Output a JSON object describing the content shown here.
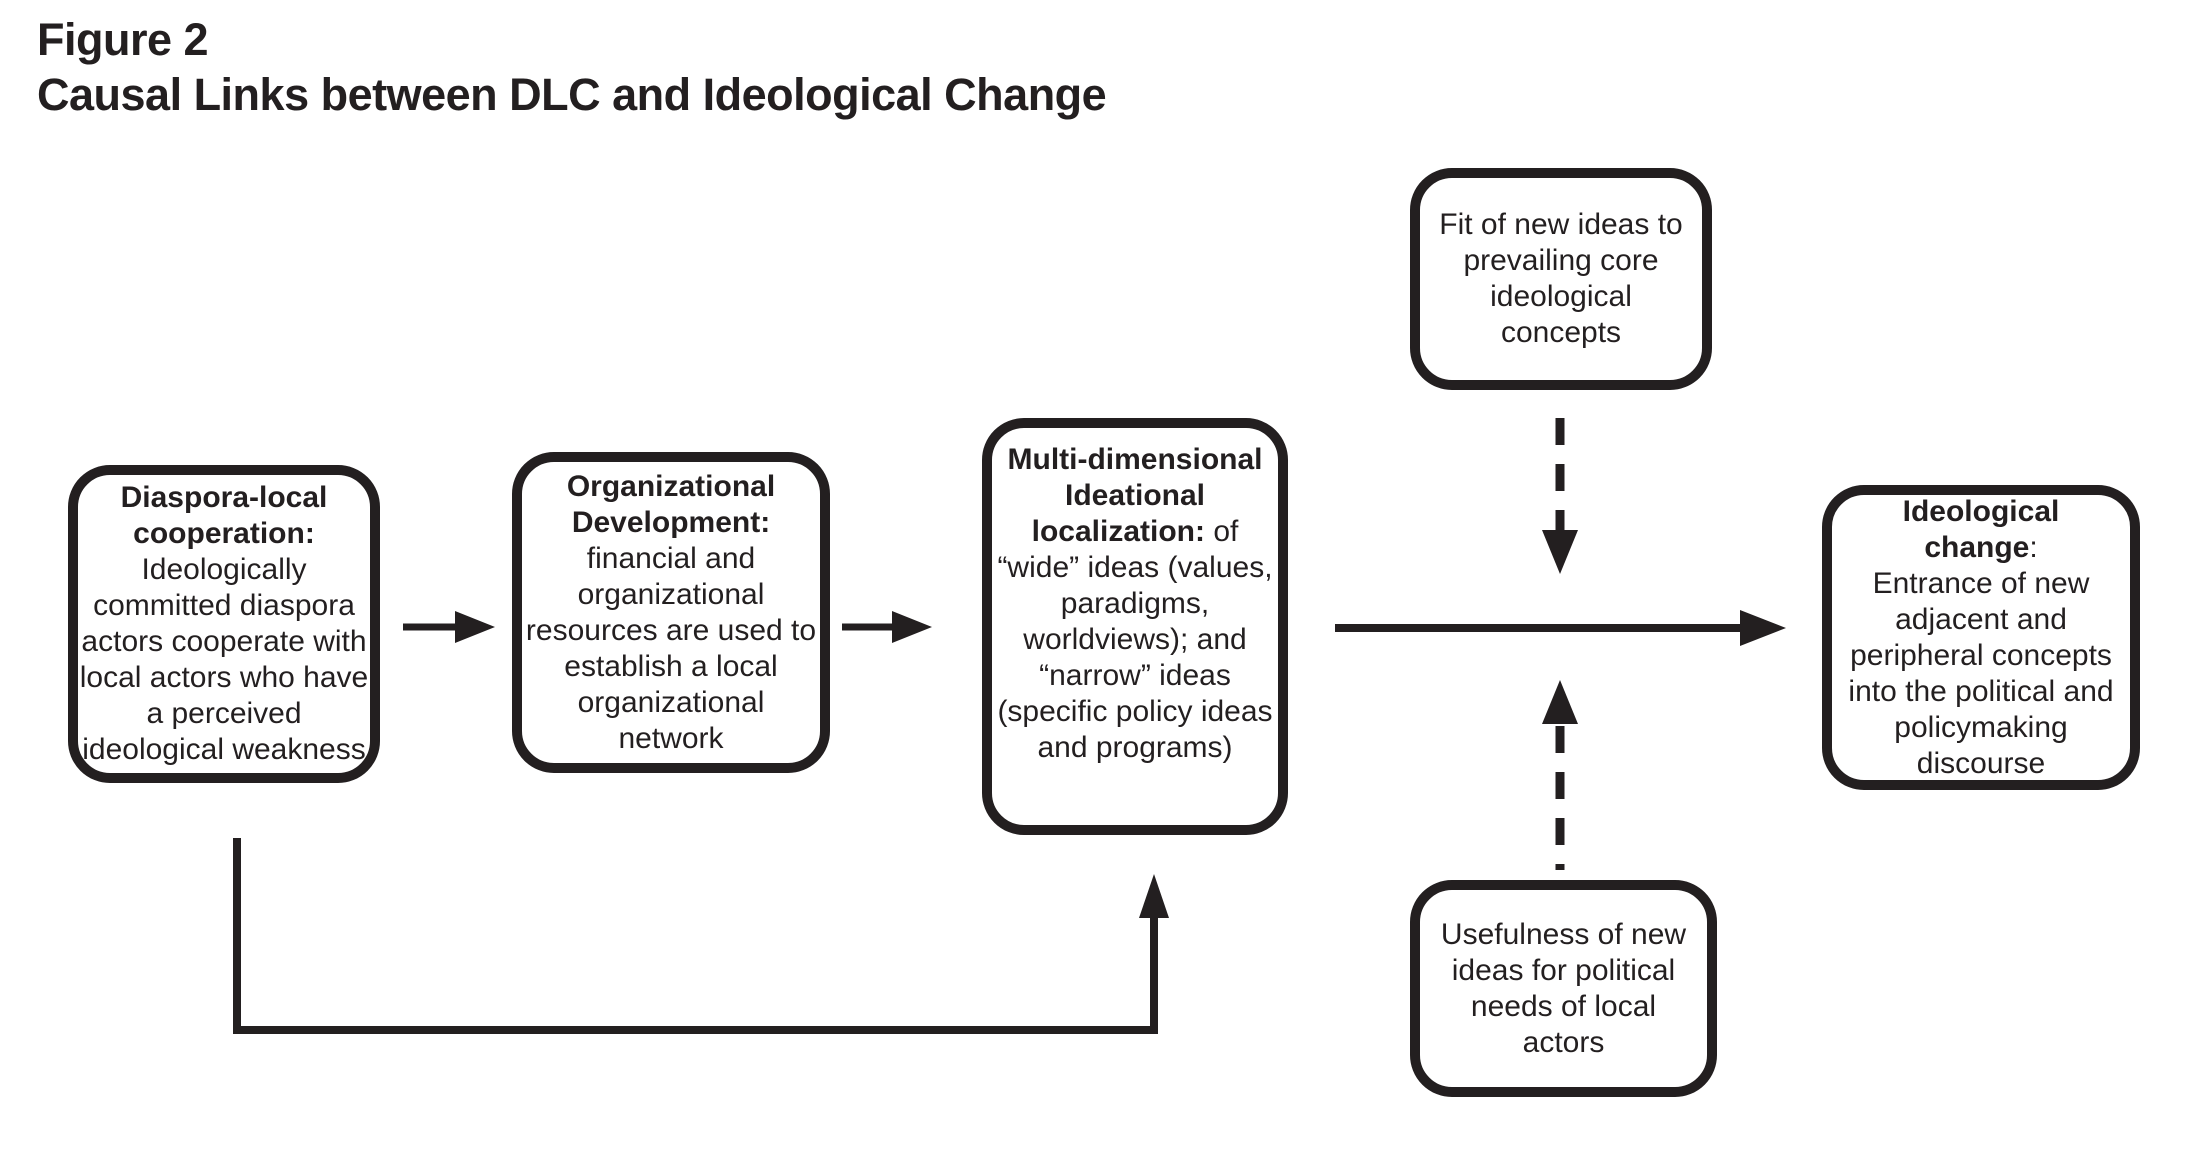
{
  "title": {
    "line1": "Figure 2",
    "line2": "Causal Links between DLC and Ideological Change"
  },
  "colors": {
    "ink": "#231f20",
    "background": "#ffffff"
  },
  "boxes": {
    "cooperation": {
      "title": "Diaspora-local\ncooperation:",
      "body": "\nIdeologically\ncommitted diaspora\nactors cooperate with\nlocal actors who have\na perceived\nideological weakness"
    },
    "development": {
      "title": "Organizational\nDevelopment:",
      "body": "\nfinancial and\norganizational\nresources are used to\nestablish a local\norganizational\nnetwork"
    },
    "localization": {
      "title": "Multi-dimensional\nIdeational\nlocalization:",
      "body": " of\n“wide” ideas (values,\nparadigms,\nworldviews); and\n“narrow” ideas\n(specific policy ideas\nand programs)"
    },
    "fit": {
      "body": "Fit of new ideas to\nprevailing core\nideological\nconcepts"
    },
    "usefulness": {
      "body": "Usefulness of new\nideas for political\nneeds of local\nactors"
    },
    "change": {
      "title": "Ideological\nchange",
      "body": ":\nEntrance of new\nadjacent and\nperipheral concepts\ninto the political and\npolicymaking\ndiscourse"
    }
  },
  "arrows": [
    {
      "from": "cooperation",
      "to": "development",
      "style": "solid"
    },
    {
      "from": "development",
      "to": "localization",
      "style": "solid"
    },
    {
      "from": "localization",
      "to": "change",
      "style": "solid"
    },
    {
      "from": "fit",
      "to": "localization-change-link",
      "style": "dashed"
    },
    {
      "from": "usefulness",
      "to": "localization-change-link",
      "style": "dashed"
    },
    {
      "from": "cooperation",
      "to": "localization",
      "style": "solid-feedback-loop"
    }
  ]
}
